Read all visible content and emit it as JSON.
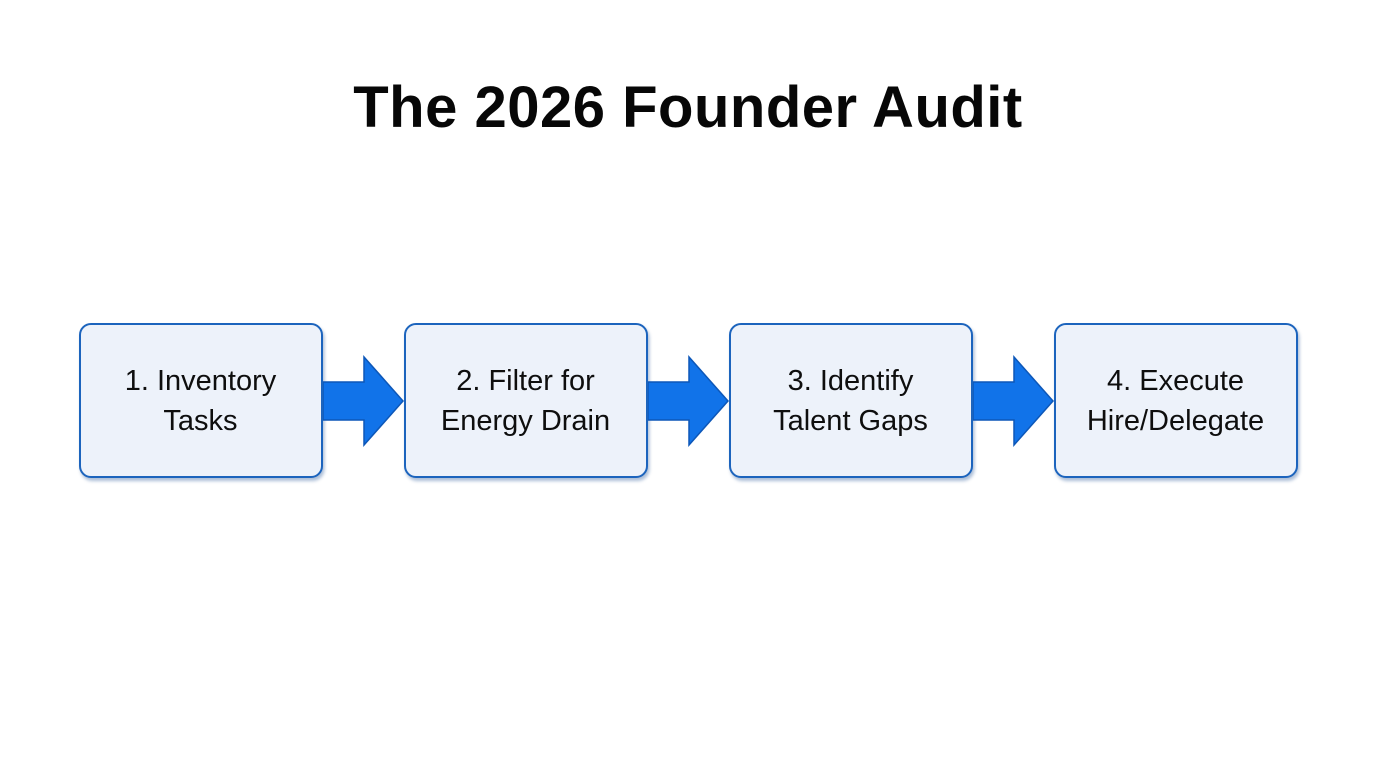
{
  "title": "The 2026 Founder Audit",
  "colors": {
    "background": "#ffffff",
    "title_text": "#070707",
    "box_fill": "#edf2fa",
    "box_border": "#1c64bd",
    "box_text": "#0e0e0e",
    "arrow_fill": "#1173e9",
    "arrow_stroke": "#0d57b8"
  },
  "flow": {
    "connector": "right-arrow",
    "steps": [
      {
        "lines": [
          "1. Inventory",
          "Tasks"
        ]
      },
      {
        "lines": [
          "2. Filter for",
          "Energy Drain"
        ]
      },
      {
        "lines": [
          "3. Identify",
          "Talent Gaps"
        ]
      },
      {
        "lines": [
          "4. Execute",
          "Hire/Delegate"
        ]
      }
    ]
  }
}
